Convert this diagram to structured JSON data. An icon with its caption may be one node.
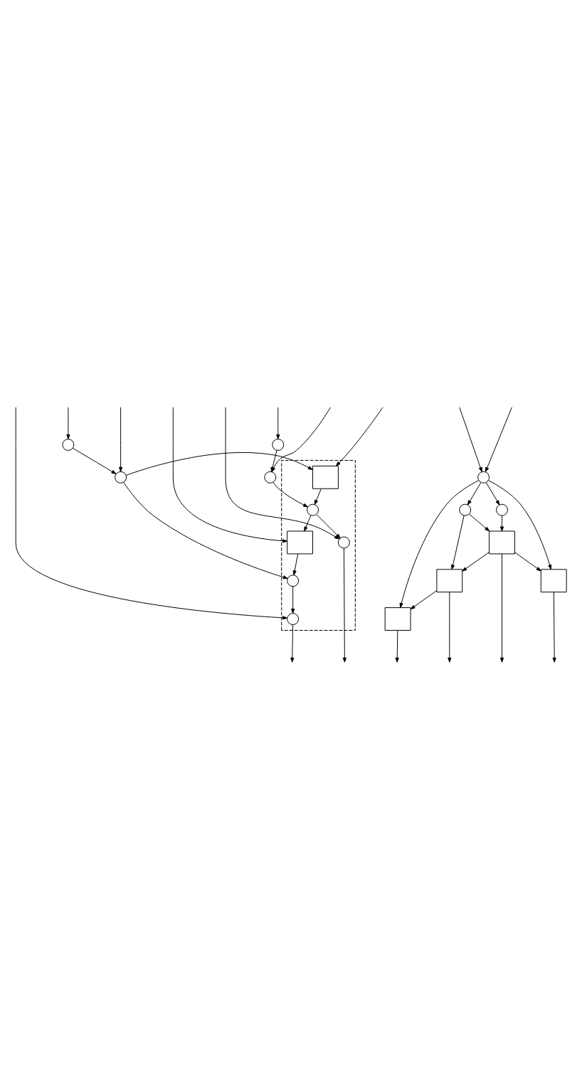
{
  "diagram": {
    "nodes": [
      {
        "text": [],
        "shape": "box"
      },
      {
        "text": [],
        "shape": "circle"
      },
      {
        "text": [],
        "shape": "circle"
      },
      {
        "text": [],
        "shape": "circle"
      },
      {
        "text": [],
        "shape": "circle"
      },
      {
        "text": [],
        "shape": "box",
        "in": 0
      },
      {
        "text": [],
        "shape": "circle",
        "in": 0
      },
      {
        "text": [],
        "shape": "box",
        "in": 0
      },
      {
        "text": [],
        "shape": "circle",
        "in": 0
      },
      {
        "text": [],
        "shape": "circle",
        "in": 0
      },
      {
        "text": [],
        "shape": "circle",
        "in": 0
      },
      {
        "text": [],
        "shape": "circle"
      },
      {
        "text": [],
        "shape": "circle"
      },
      {
        "text": [],
        "shape": "circle"
      },
      {
        "text": [],
        "shape": "box"
      },
      {
        "text": [],
        "shape": "box"
      },
      {
        "text": [],
        "shape": "box"
      },
      {
        "text": [],
        "shape": "box"
      }
    ],
    "edges": [
      {
        "from": null,
        "to": 1,
        "arrow": "to"
      },
      {
        "from": null,
        "to": 2,
        "arrow": "to"
      },
      {
        "from": null,
        "to": 3,
        "arrow": "to"
      },
      {
        "from": null,
        "to": 4,
        "arrow": "to"
      },
      {
        "from": 1,
        "to": 4,
        "arrow": "to"
      },
      {
        "from": 2,
        "to": 3,
        "arrow": "to"
      },
      {
        "from": 3,
        "to": 5,
        "arrow": "to"
      },
      {
        "from": 4,
        "to": 6,
        "arrow": "to"
      },
      {
        "from": null,
        "to": 5,
        "arrow": "to"
      },
      {
        "from": 5,
        "to": 6,
        "arrow": "to"
      },
      {
        "from": 6,
        "to": 7,
        "arrow": "to"
      },
      {
        "from": 6,
        "to": 10,
        "arrow": "to"
      },
      {
        "from": null,
        "to": 7,
        "arrow": "to"
      },
      {
        "from": 7,
        "to": 8,
        "arrow": "to"
      },
      {
        "from": 3,
        "to": 8,
        "arrow": "to"
      },
      {
        "from": 8,
        "to": 9,
        "arrow": "to"
      },
      {
        "from": null,
        "to": 9,
        "arrow": "to"
      },
      {
        "from": null,
        "to": 10,
        "arrow": "to"
      },
      {
        "from": 9,
        "to": null,
        "arrow": "to"
      },
      {
        "from": 10,
        "to": null,
        "arrow": "to"
      },
      {
        "from": null,
        "to": 11,
        "arrow": "to"
      },
      {
        "from": null,
        "to": 11,
        "arrow": "to"
      },
      {
        "from": 11,
        "to": 12,
        "arrow": "to"
      },
      {
        "from": 11,
        "to": 13,
        "arrow": "to"
      },
      {
        "from": 11,
        "to": 16,
        "arrow": "to"
      },
      {
        "from": 11,
        "to": 17,
        "arrow": "to"
      },
      {
        "from": 12,
        "to": 14,
        "arrow": "to"
      },
      {
        "from": 13,
        "to": 14,
        "arrow": "to"
      },
      {
        "from": 13,
        "to": 15,
        "arrow": "to"
      },
      {
        "from": 14,
        "to": 15,
        "arrow": "to"
      },
      {
        "from": 14,
        "to": 16,
        "arrow": "to"
      },
      {
        "from": 15,
        "to": 17,
        "arrow": "to"
      },
      {
        "from": 16,
        "to": null,
        "arrow": "to"
      },
      {
        "from": 14,
        "to": null,
        "arrow": "to"
      },
      {
        "from": 15,
        "to": null,
        "arrow": "to"
      },
      {
        "from": 17,
        "to": null,
        "arrow": "to"
      }
    ]
  }
}
